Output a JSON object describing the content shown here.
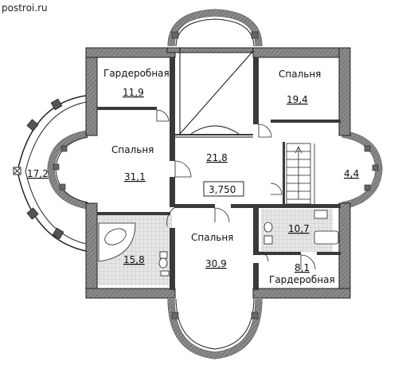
{
  "watermark": "postroi.ru",
  "rooms": [
    {
      "id": "wardrobe-nw",
      "name": "Гардеробная",
      "area": "11,9"
    },
    {
      "id": "bedroom-ne",
      "name": "Спальня",
      "area": "19,4"
    },
    {
      "id": "bedroom-w",
      "name": "Спальня",
      "area": "31,1"
    },
    {
      "id": "hall",
      "name": "",
      "area": "21,8"
    },
    {
      "id": "bedroom-s",
      "name": "Спальня",
      "area": "30,9"
    },
    {
      "id": "bath-sw",
      "name": "",
      "area": "15,8"
    },
    {
      "id": "bath-se",
      "name": "",
      "area": "10,7"
    },
    {
      "id": "wardrobe-se",
      "name": "Гардеробная",
      "area": "8,1"
    },
    {
      "id": "balcony-w",
      "name": "",
      "area": "17,2"
    },
    {
      "id": "stair",
      "name": "",
      "area": "4,4"
    }
  ],
  "level_mark": "3,750",
  "colors": {
    "wall": "#7a7a7a",
    "line": "#111111",
    "tile": "#c8c8c8",
    "floor": "#ffffff"
  }
}
